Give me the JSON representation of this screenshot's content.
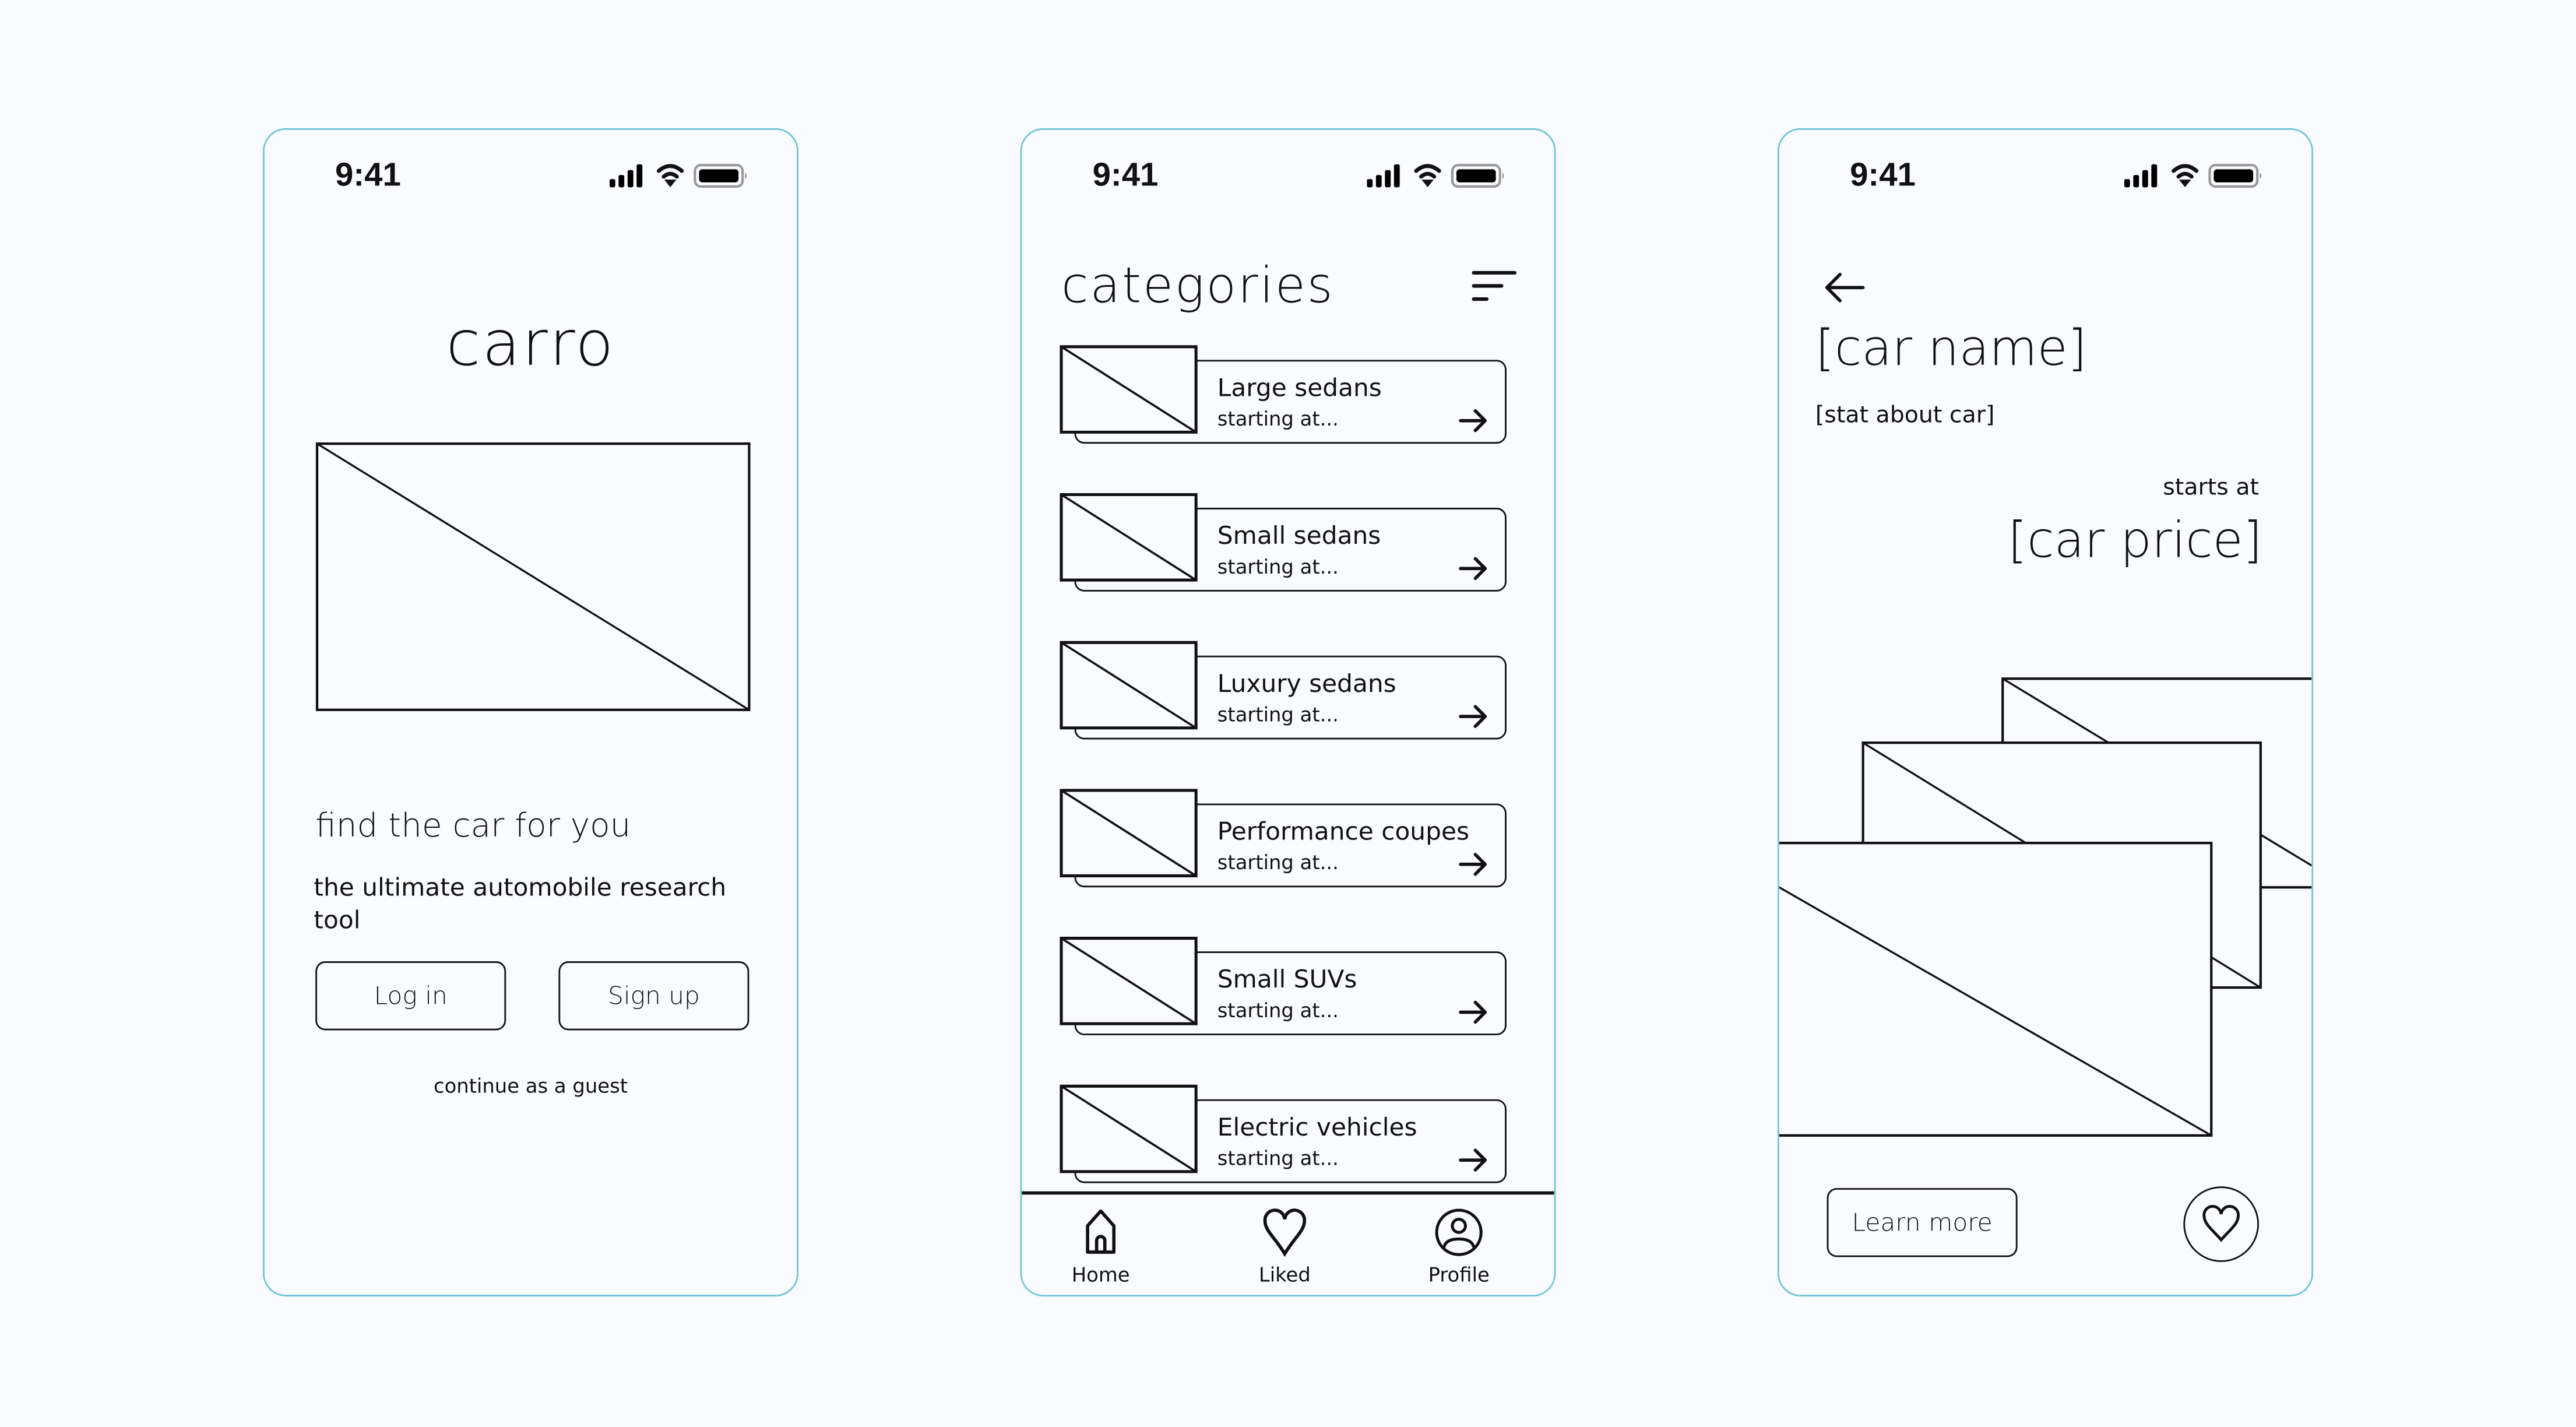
{
  "colors": {
    "background": "#f9fbfe",
    "frame": "#6ec6d6",
    "ink": "#111111"
  },
  "status_bar": {
    "time": "9:41",
    "icons": [
      "signal-icon",
      "wifi-icon",
      "battery-icon"
    ]
  },
  "welcome": {
    "logo": "carro",
    "headline": "find the car for you",
    "tagline": "the ultimate automobile research tool",
    "login_label": "Log in",
    "signup_label": "Sign up",
    "guest_link": "continue as a guest"
  },
  "categories": {
    "title": "categories",
    "items": [
      {
        "label": "Large sedans",
        "sub": "starting at..."
      },
      {
        "label": "Small sedans",
        "sub": "starting at..."
      },
      {
        "label": "Luxury sedans",
        "sub": "starting at..."
      },
      {
        "label": "Performance coupes",
        "sub": "starting at..."
      },
      {
        "label": "Small SUVs",
        "sub": "starting at..."
      },
      {
        "label": "Electric vehicles",
        "sub": "starting at..."
      }
    ],
    "nav": [
      {
        "label": "Home",
        "icon": "home-icon"
      },
      {
        "label": "Liked",
        "icon": "heart-icon"
      },
      {
        "label": "Profile",
        "icon": "profile-icon"
      }
    ]
  },
  "detail": {
    "car_name": "[car name]",
    "stat": "[stat about car]",
    "price_prefix": "starts at",
    "price": "[car price]",
    "learn_more_label": "Learn more"
  }
}
